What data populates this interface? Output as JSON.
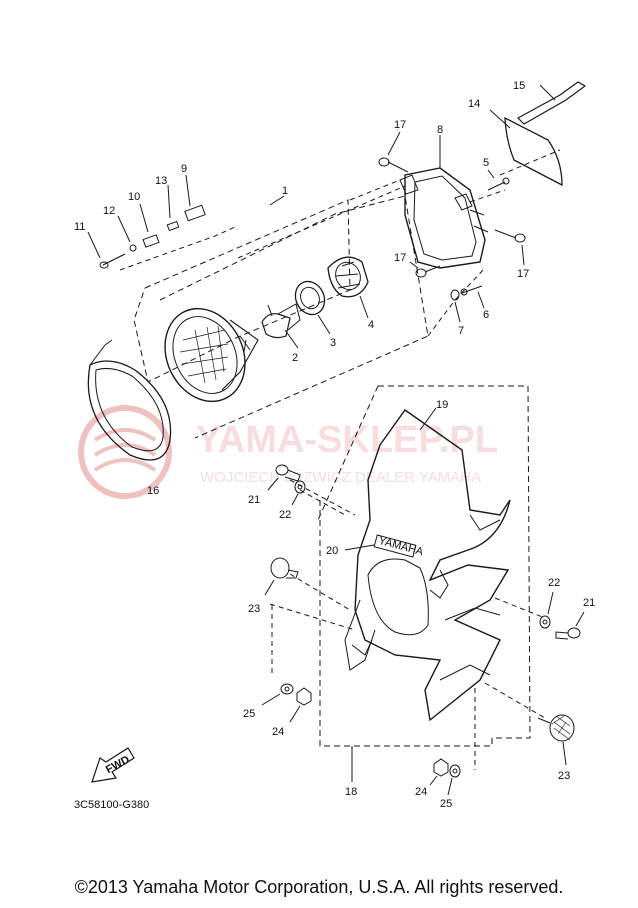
{
  "diagram": {
    "part_labels": [
      "1",
      "2",
      "3",
      "4",
      "5",
      "6",
      "7",
      "8",
      "9",
      "10",
      "11",
      "12",
      "13",
      "14",
      "15",
      "16",
      "17",
      "17",
      "17",
      "19",
      "20",
      "21",
      "21",
      "22",
      "22",
      "23",
      "23",
      "24",
      "24",
      "25",
      "25",
      "18"
    ],
    "fwd_text": "FWD",
    "emblem_text": "YAMAHA",
    "diagram_code": "3C58100-G380",
    "colors": {
      "ink": "#1a1a1a",
      "watermark": "#e8a3a3"
    }
  },
  "watermark": {
    "title": "YAMA-SKLEP.PL",
    "subtitle": "WOJCIECH  JÓZWICZ  DEALER YAMAHA"
  },
  "footer": {
    "copyright": "©2013 Yamaha Motor Corporation, U.S.A. All rights reserved."
  }
}
